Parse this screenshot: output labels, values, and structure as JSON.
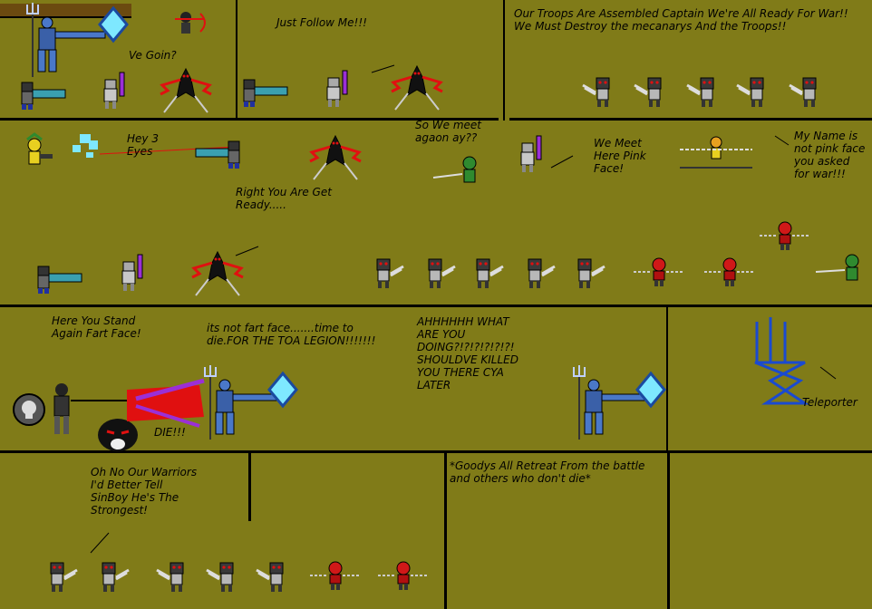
{
  "comic": {
    "panel1": {
      "caption_we_going": "Ve Goin?",
      "caption_just_follow": "Just Follow Me!!!",
      "caption_troops": "Our Troops Are Assembled Captain We're All Ready For War!! We Must Destroy the mecanarys And the Troops!!"
    },
    "panel2": {
      "caption_hey_3_eyes": "Hey 3\nEyes",
      "caption_right_you_are": "Right You Are Get\nReady.....",
      "caption_so_we_meet": "So We meet\nagaon ay??",
      "caption_we_meet_pink": "We Meet\nHere Pink\nFace!",
      "caption_my_name": "My Name is\nnot pink face\nyou asked\nfor war!!!"
    },
    "panel3": {
      "caption_here_you_stand": "Here You Stand\nAgain Fart Face!",
      "caption_not_fart_face": "its not fart face.......time to\ndie.FOR THE TOA LEGION!!!!!!!",
      "caption_die": "DIE!!!",
      "caption_ahhh": "AHHHHHH WHAT\nARE YOU\nDOING?!?!?!?!?!?!\nSHOULDVE KILLED\nYOU THERE CYA\nLATER",
      "caption_teleporter": "Teleporter"
    },
    "panel4": {
      "caption_oh_no": "Oh No Our Warriors\nI'd Better Tell\nSinBoy He's The\nStrongest!",
      "caption_goodys": "*Goodys All Retreat From the battle\nand others who don't die*"
    },
    "colors": {
      "background": "#807b18",
      "ink": "#000000",
      "toa_blue": "#4a78c8",
      "energy_cyan": "#7ee8ff",
      "blood_red": "#e01010",
      "purple_blade": "#9b2fd6",
      "silver": "#c8c8c8",
      "gold": "#e8d020",
      "green": "#2f8a2f"
    },
    "icons": [
      "toa-trident-figure",
      "energy-orb",
      "skull-shield",
      "teleporter-symbol"
    ]
  }
}
